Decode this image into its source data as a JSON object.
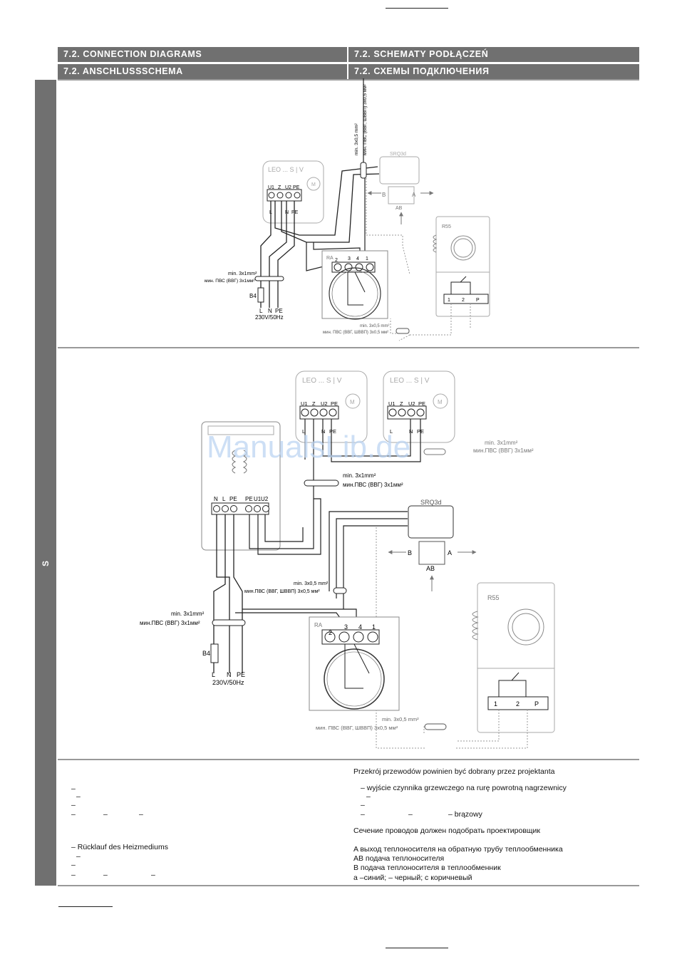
{
  "headers": {
    "en": "7.2. CONNECTION DIAGRAMS",
    "pl": "7.2. SCHEMATY PODŁĄCZEŃ",
    "de": "7.2. ANSCHLUSSSCHEMA",
    "ru": "7.2. СХЕМЫ ПОДКЛЮЧЕНИЯ"
  },
  "side_label": "S",
  "watermark": "ManualsLib.de",
  "diagram1": {
    "unit_label": "LEO ... S | V",
    "motor": "M",
    "terminals_top": [
      "U1",
      "Z",
      "U2",
      "PE"
    ],
    "terminals_bottom": [
      "L",
      "N",
      "PE"
    ],
    "valve": "SRQ3d",
    "valve_ports": [
      "B",
      "A",
      "AB"
    ],
    "ra": "RA",
    "ra_terminals": [
      "2",
      "3",
      "4",
      "1"
    ],
    "r55": "R55",
    "r55_terminals": [
      "1",
      "2",
      "P"
    ],
    "cable_top_1": "min. 3x0,5 mm²",
    "cable_top_2": "мин. ПВС (ВВГ, ШВВП) 3x0,5 мм²",
    "cable_power_1": "min. 3x1mm²",
    "cable_power_2": "мин. ПВС (ВВГ) 3x1мм²",
    "cable_r55_1": "min. 3x0,5 mm²",
    "cable_r55_2": "мин. ПВС (ВВГ, ШВВП) 3x0,5 мм²",
    "b4": "B4",
    "supply_terms": [
      "L",
      "N",
      "PE"
    ],
    "supply": "230V/50Hz"
  },
  "diagram2": {
    "unit_label": "LEO ... S | V",
    "motor": "M",
    "terminals_top": [
      "U1",
      "Z",
      "U2",
      "PE"
    ],
    "terminals_bottom": [
      "L",
      "N",
      "PE"
    ],
    "trafo_terminals": [
      "N",
      "L",
      "PE",
      "PE",
      "U1",
      "U2"
    ],
    "cable_units_1": "min. 3x1mm²",
    "cable_units_2": "мин.ПВС (ВВГ) 3x1мм²",
    "cable_trafo_1": "min. 3x1mm²",
    "cable_trafo_2": "мин.ПВС (ВВГ) 3x1мм²",
    "valve": "SRQ3d",
    "valve_ports": [
      "B",
      "A",
      "AB"
    ],
    "cable_valve_1": "min. 3x0,5 mm²",
    "cable_valve_2": "мин.ПВС (ВВГ, ШВВП) 3x0,5 мм²",
    "cable_power_1": "min. 3x1mm²",
    "cable_power_2": "мин.ПВС (ВВГ) 3x1мм²",
    "ra": "RA",
    "ra_terminals": [
      "2",
      "3",
      "4",
      "1"
    ],
    "r55": "R55",
    "r55_terminals": [
      "1",
      "2",
      "P"
    ],
    "cable_r55_1": "min. 3x0,5 mm²",
    "cable_r55_2": "мин. ПВС (ВВГ, ШВВП) 3x0,5 мм²",
    "b4": "B4",
    "supply_terms": [
      "L",
      "N",
      "PE"
    ],
    "supply": "230V/50Hz"
  },
  "notes_left": {
    "l1": "–",
    "l2": "–",
    "l3": "–",
    "l4a": "–",
    "l4b": "–",
    "l4c": "–",
    "l5": "– Rücklauf des Heizmediums",
    "l6": "–",
    "l7": "–",
    "l8a": "–",
    "l8b": "–",
    "l8c": "–"
  },
  "notes_right": {
    "pl_title": "Przekrój przewodów powinien być dobrany przez projektanta",
    "pl_1": "– wyjście czynnika grzewczego na rurę powrotną nagrzewnicy",
    "pl_2": "–",
    "pl_3": "–",
    "pl_4a": "–",
    "pl_4b": "–",
    "pl_4c": "– brązowy",
    "ru_title": "Сечение проводов должен подобрать проектировщик",
    "ru_1": "A   выход теплоносителя на обратную трубу теплообменника",
    "ru_2": "AB   подача теплоносителя",
    "ru_3": "B   подача теплоносителя в теплообменник",
    "ru_4": "a –синий;    – черный; c   коричневый"
  }
}
